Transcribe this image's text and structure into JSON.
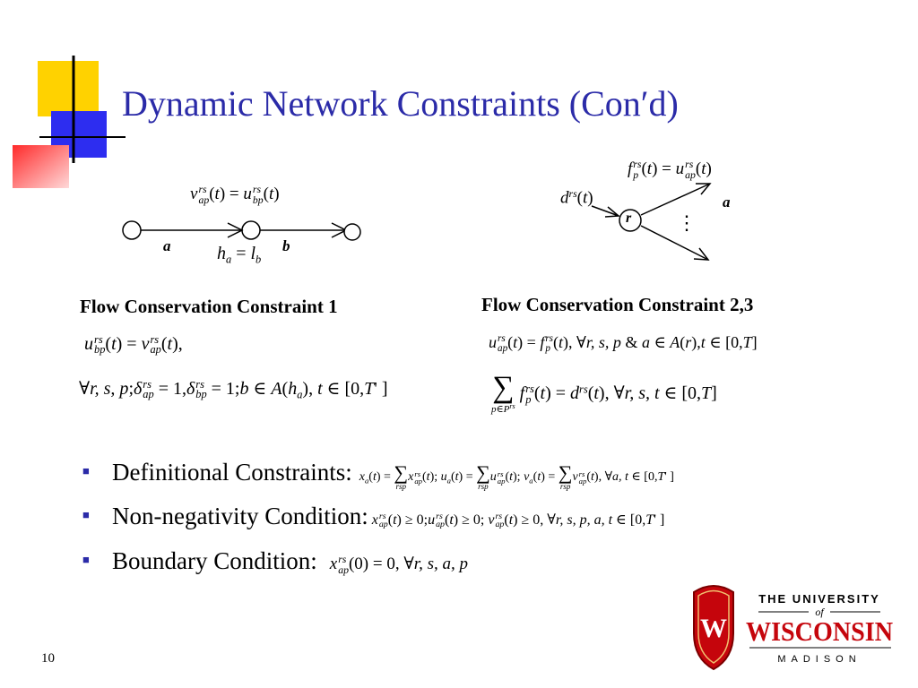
{
  "slide": {
    "title": "Dynamic Network Constraints (Con′d)",
    "page_number": "10"
  },
  "diagram_left": {
    "equation": "v_ap^rs(t) = u_bp^rs(t)",
    "link_a_label": "a",
    "link_b_label": "b",
    "node_equation": "h_a = l_b"
  },
  "diagram_right": {
    "top_equation": "f_p^rs(t) = u_ap^rs(t)",
    "demand_label": "d^rs(t)",
    "origin_label": "r",
    "link_label": "a",
    "dots": "⋮"
  },
  "section1": {
    "heading": "Flow Conservation Constraint 1",
    "line1": "u_bp^rs(t) = v_ap^rs(t),",
    "line2": "∀r, s, p; δ_ap^rs = 1, δ_bp^rs = 1; b ∈ A(h_a), t ∈ [0,T']"
  },
  "section2": {
    "heading": "Flow Conservation Constraint 2,3",
    "line1": "u_ap^rs(t) = f_p^rs(t), ∀r, s, p & a ∈ A(r), t ∈ [0,T]",
    "line2": "Σ_{p∈P^rs} f_p^rs(t) = d^rs(t), ∀r, s, t ∈ [0,T]"
  },
  "bullets": [
    {
      "label": "Definitional Constraints:",
      "formula": "x_a(t) = Σ_rsp x_ap^rs(t); u_a(t) = Σ_rsp u_ap^rs(t); v_a(t) = Σ_rsp v_ap^rs(t), ∀a, t ∈ [0,T']"
    },
    {
      "label": "Non-negativity Condition:",
      "formula": "x_ap^rs(t) ≥ 0; u_ap^rs(t) ≥ 0; v_ap^rs(t) ≥ 0, ∀r, s, p, a, t ∈ [0,T']"
    },
    {
      "label": "Boundary Condition:",
      "formula": "x_ap^rs(0) = 0, ∀r, s, a, p"
    }
  ],
  "logo": {
    "line1": "THE UNIVERSITY",
    "line2": "of",
    "line3": "WISCONSIN",
    "line4": "MADISON",
    "crest_letter": "W"
  },
  "colors": {
    "title": "#2b2ba8",
    "yellow": "#ffd200",
    "blue": "#2d2df0",
    "red": "#ff4444",
    "badger_red": "#c5050c"
  }
}
